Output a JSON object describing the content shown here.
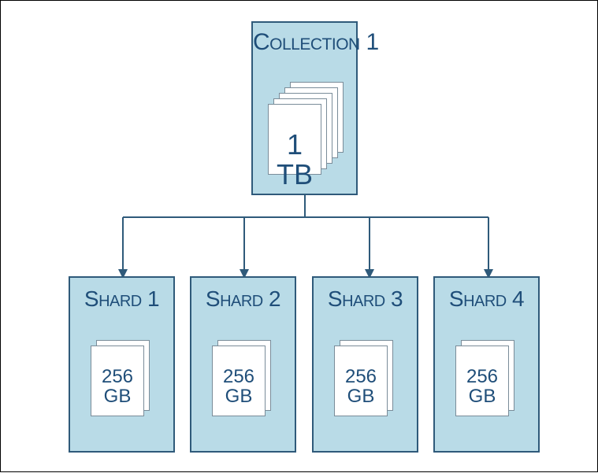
{
  "diagram": {
    "collection": {
      "title": "Collection 1",
      "size_value": "1",
      "size_unit": "TB"
    },
    "shards": [
      {
        "title": "Shard 1",
        "size_value": "256",
        "size_unit": "GB"
      },
      {
        "title": "Shard 2",
        "size_value": "256",
        "size_unit": "GB"
      },
      {
        "title": "Shard 3",
        "size_value": "256",
        "size_unit": "GB"
      },
      {
        "title": "Shard 4",
        "size_value": "256",
        "size_unit": "GB"
      }
    ],
    "colors": {
      "box_fill": "#b9dbe7",
      "box_border": "#2f5a7a",
      "text": "#1f4e79",
      "connector": "#2f5a7a"
    }
  }
}
